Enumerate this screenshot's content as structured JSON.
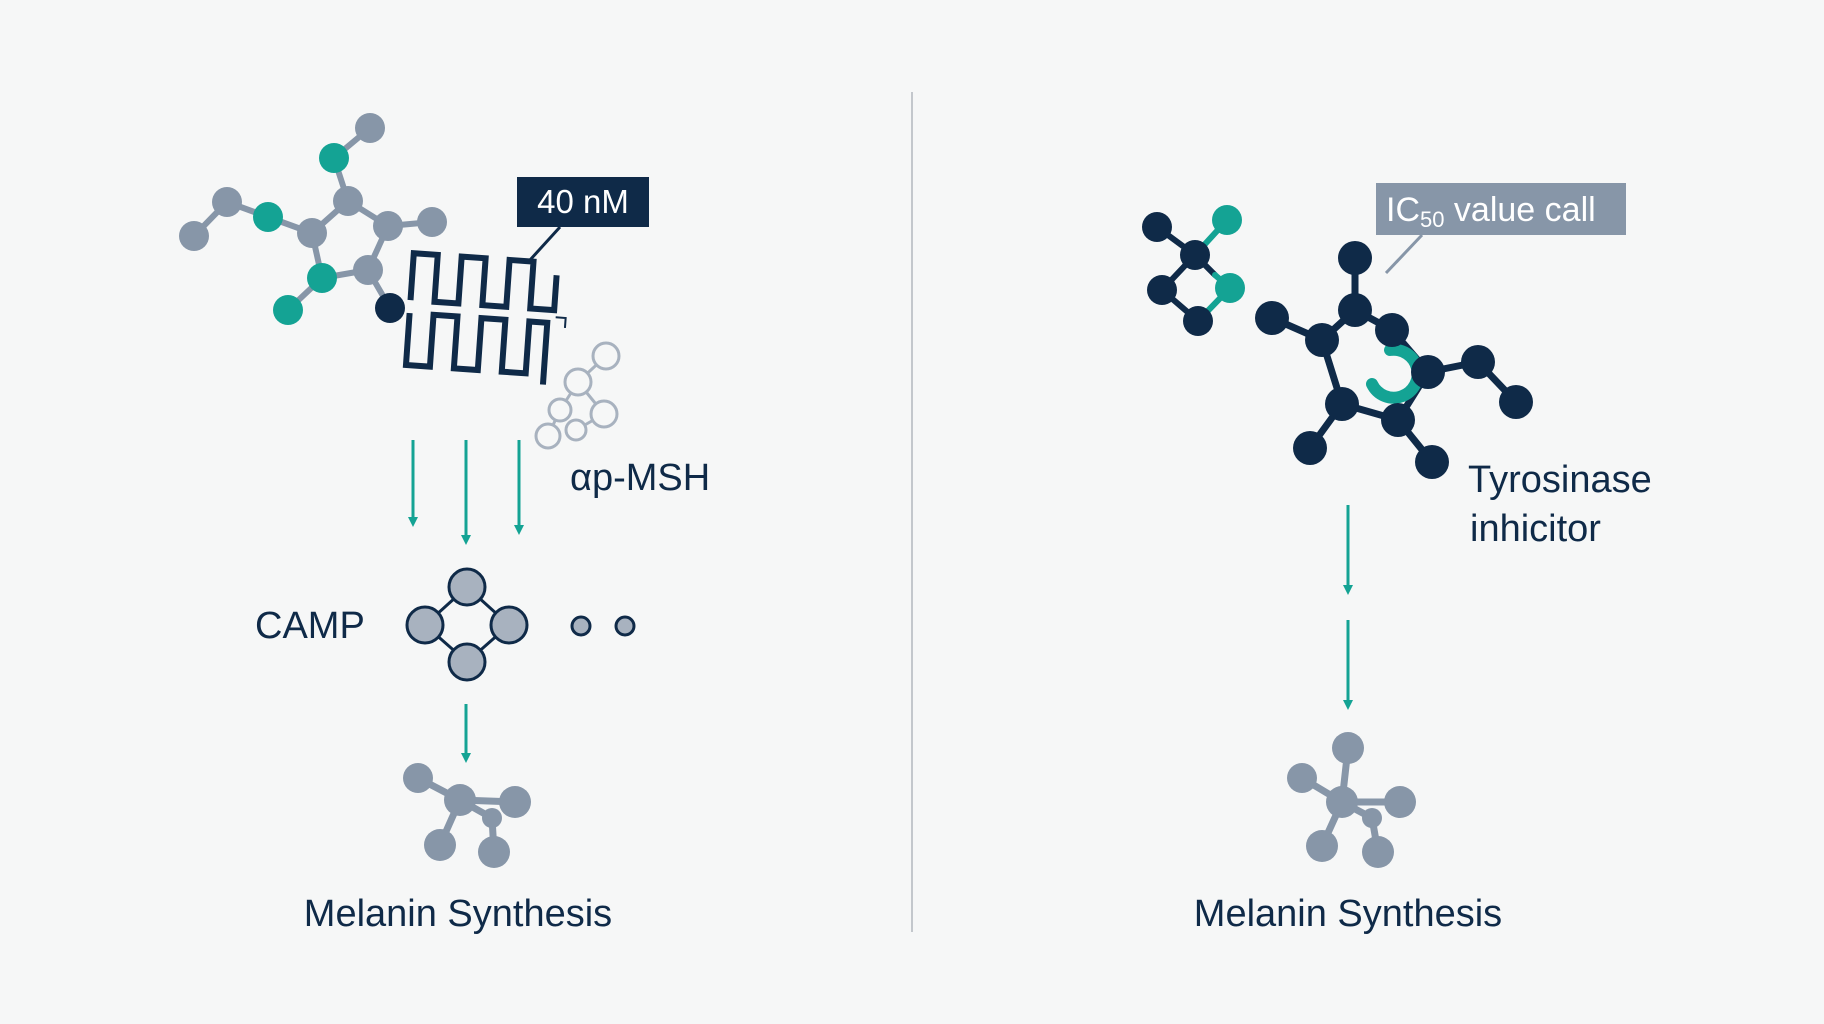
{
  "colors": {
    "background": "#f6f7f7",
    "navy": "#0f2a48",
    "teal": "#14a394",
    "gray": "#8796a8",
    "light_gray": "#a8b2bf",
    "divider": "#c3c7cc",
    "label_box_dark": "#0f2a48",
    "label_box_gray": "#8796a8"
  },
  "left_panel": {
    "concentration_label": "40 nM",
    "receptor_label": "αp-MSH",
    "second_messenger_label": "CAMP",
    "output_label": "Melanin Synthesis"
  },
  "right_panel": {
    "callout_prefix": "IC",
    "callout_subscript": "50",
    "callout_suffix": " value call",
    "inhibitor_label_line1": "Tyrosinase",
    "inhibitor_label_line2": "inhicitor",
    "output_label": "Melanin Synthesis"
  },
  "icons": {
    "receptor": "receptor-coil-icon",
    "ligand": "ligand-molecule-icon",
    "camp": "camp-ring-icon",
    "melanin": "melanin-molecule-icon",
    "inhibitor": "inhibitor-molecule-icon"
  }
}
